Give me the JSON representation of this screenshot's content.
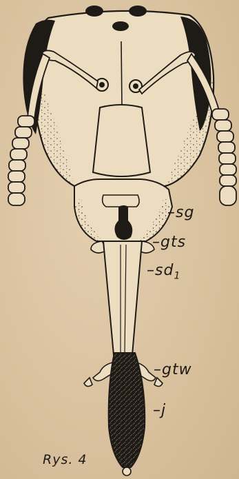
{
  "figure": {
    "labels": {
      "sg": "sg",
      "gts": "gts",
      "sd": "sd",
      "sd_sub": "1",
      "gtw": "gtw",
      "j": "j"
    },
    "caption": "Rys. 4",
    "colors": {
      "paper": "#dcc5a4",
      "ink": "#1e1a16"
    }
  }
}
